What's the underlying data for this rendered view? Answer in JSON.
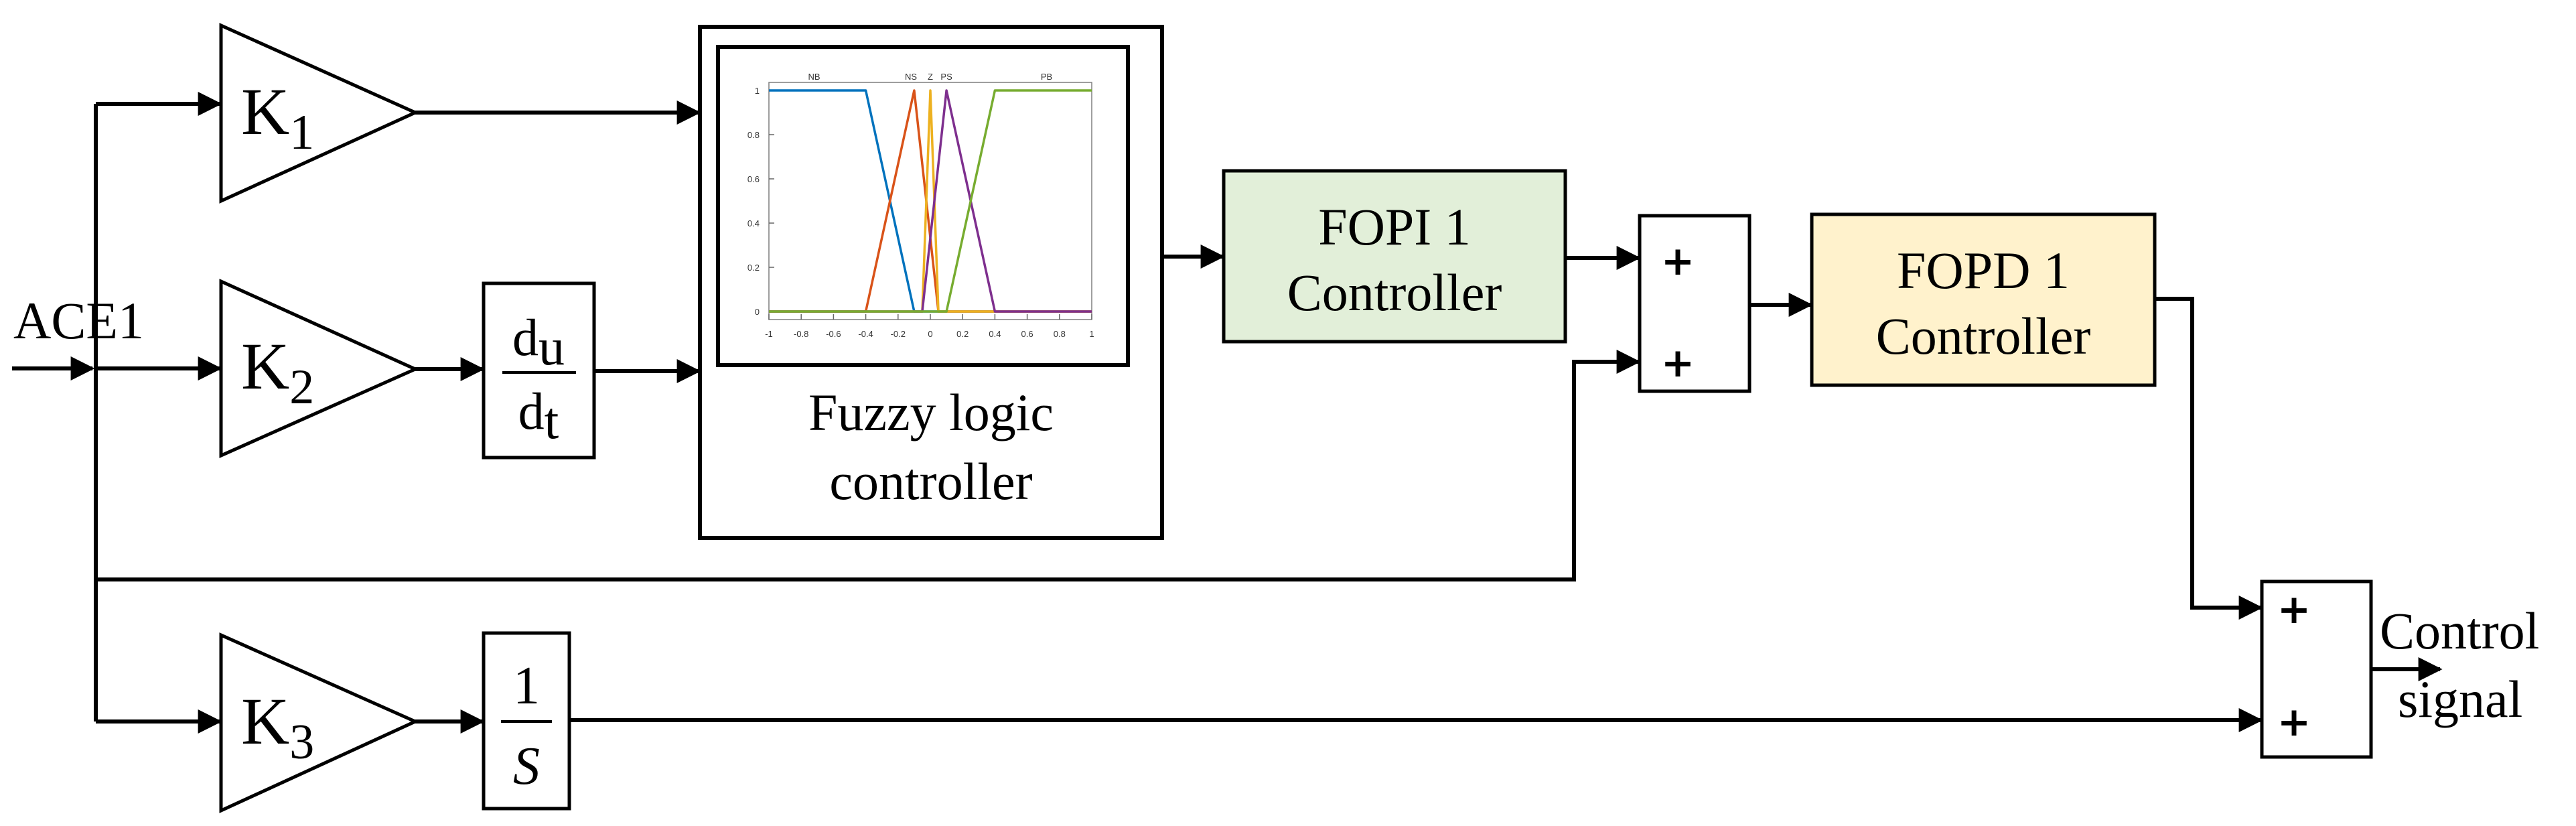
{
  "input": {
    "label": "ACE1"
  },
  "gains": [
    {
      "letter": "K",
      "sub": "1"
    },
    {
      "letter": "K",
      "sub": "2"
    },
    {
      "letter": "K",
      "sub": "3"
    }
  ],
  "derivative": {
    "num_d": "d",
    "num_sub": "u",
    "den_d": "d",
    "den_sub": "t"
  },
  "integrator": {
    "num": "1",
    "den": "S"
  },
  "flc": {
    "label_line1": "Fuzzy logic",
    "label_line2": "controller",
    "plot": {
      "mf_labels": [
        "NB",
        "NS",
        "Z",
        "PS",
        "PB"
      ],
      "x_ticks": [
        "-1",
        "-0.8",
        "-0.6",
        "-0.4",
        "-0.2",
        "0",
        "0.2",
        "0.4",
        "0.6",
        "0.8",
        "1"
      ],
      "y_ticks": [
        "0",
        "0.2",
        "0.4",
        "0.6",
        "0.8",
        "1"
      ],
      "xlim": [
        -1,
        1
      ],
      "ylim": [
        0,
        1
      ],
      "series": [
        {
          "mf": "NB",
          "color": "#0072bd",
          "x": [
            -1,
            -0.4,
            -0.1,
            1
          ],
          "y": [
            1,
            1,
            0,
            0
          ]
        },
        {
          "mf": "NS",
          "color": "#d95319",
          "x": [
            -1,
            -0.4,
            -0.1,
            0.05,
            1
          ],
          "y": [
            0,
            0,
            1,
            0,
            0
          ]
        },
        {
          "mf": "Z",
          "color": "#edb120",
          "x": [
            -1,
            -0.05,
            0,
            0.05,
            1
          ],
          "y": [
            0,
            0,
            1,
            0,
            0
          ]
        },
        {
          "mf": "PS",
          "color": "#7e2f8e",
          "x": [
            -1,
            -0.05,
            0.1,
            0.4,
            1
          ],
          "y": [
            0,
            0,
            1,
            0,
            0
          ]
        },
        {
          "mf": "PB",
          "color": "#77ac30",
          "x": [
            -1,
            0.1,
            0.4,
            1
          ],
          "y": [
            0,
            0,
            1,
            1
          ]
        }
      ]
    }
  },
  "fopi": {
    "line1": "FOPI 1",
    "line2": "Controller",
    "fill": "#e2efd9"
  },
  "fopd": {
    "line1": "FOPD 1",
    "line2": "Controller",
    "fill": "#fff2cc"
  },
  "sum1": {
    "signs": [
      "+",
      "+"
    ]
  },
  "sum2": {
    "signs": [
      "+",
      "+"
    ]
  },
  "output": {
    "line1": "Control",
    "line2": "signal"
  }
}
